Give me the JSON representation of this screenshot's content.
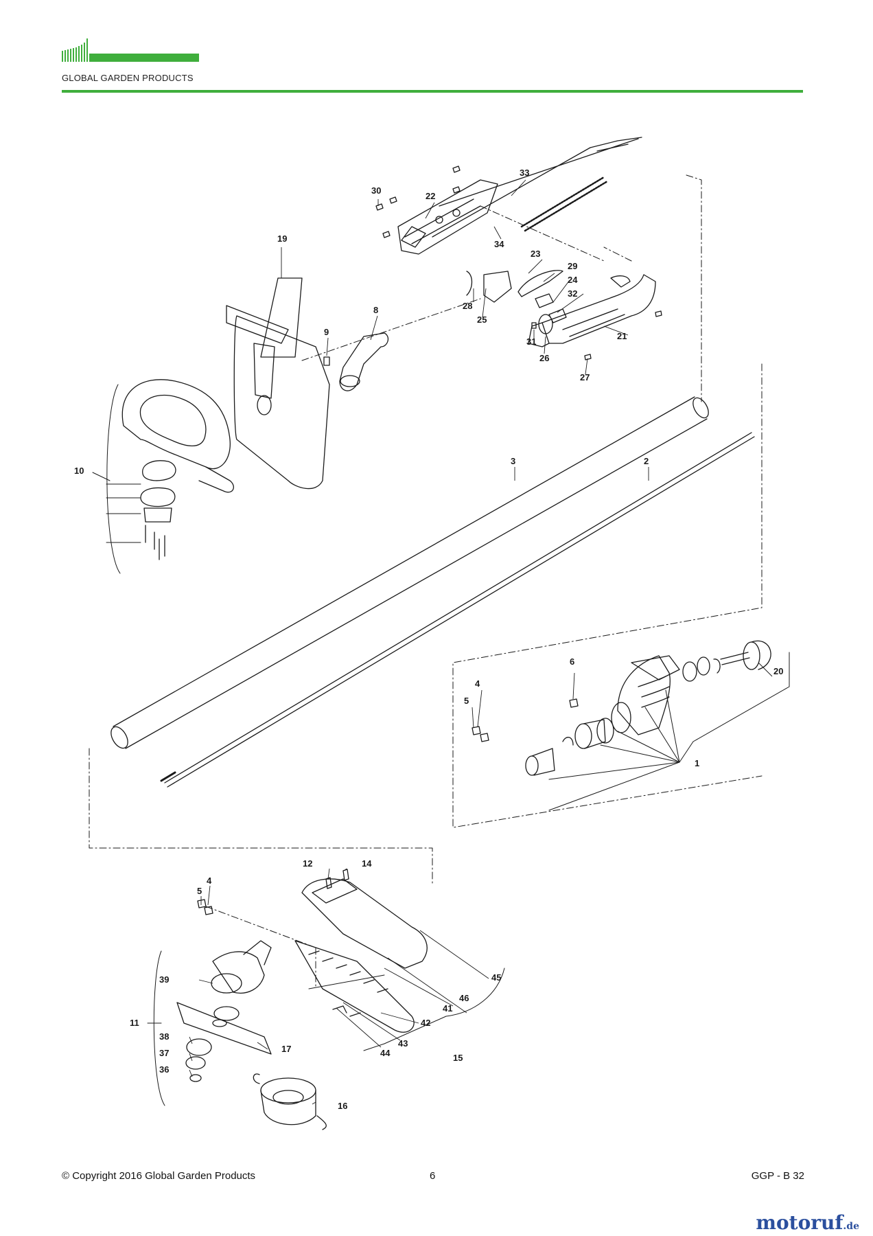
{
  "header": {
    "company": "GLOBAL GARDEN PRODUCTS",
    "brand_color": "#3fae3c"
  },
  "footer": {
    "copyright": "© Copyright 2016 Global Garden Products",
    "page_number": "6",
    "doc_code": "GGP - B 32"
  },
  "watermark": {
    "name": "motoruf",
    "tld": ".de"
  },
  "callouts": {
    "c1": "1",
    "c2": "2",
    "c3": "3",
    "c4a": "4",
    "c4b": "4",
    "c5a": "5",
    "c5b": "5",
    "c6": "6",
    "c8": "8",
    "c9": "9",
    "c10": "10",
    "c11": "11",
    "c12": "12",
    "c14": "14",
    "c15": "15",
    "c16": "16",
    "c17": "17",
    "c19": "19",
    "c20": "20",
    "c21": "21",
    "c22": "22",
    "c23": "23",
    "c24": "24",
    "c25": "25",
    "c26": "26",
    "c27": "27",
    "c28": "28",
    "c29": "29",
    "c30": "30",
    "c31": "31",
    "c32": "32",
    "c33": "33",
    "c34": "34",
    "c36": "36",
    "c37": "37",
    "c38": "38",
    "c39": "39",
    "c41": "41",
    "c42": "42",
    "c43": "43",
    "c44": "44",
    "c45": "45",
    "c46": "46"
  }
}
